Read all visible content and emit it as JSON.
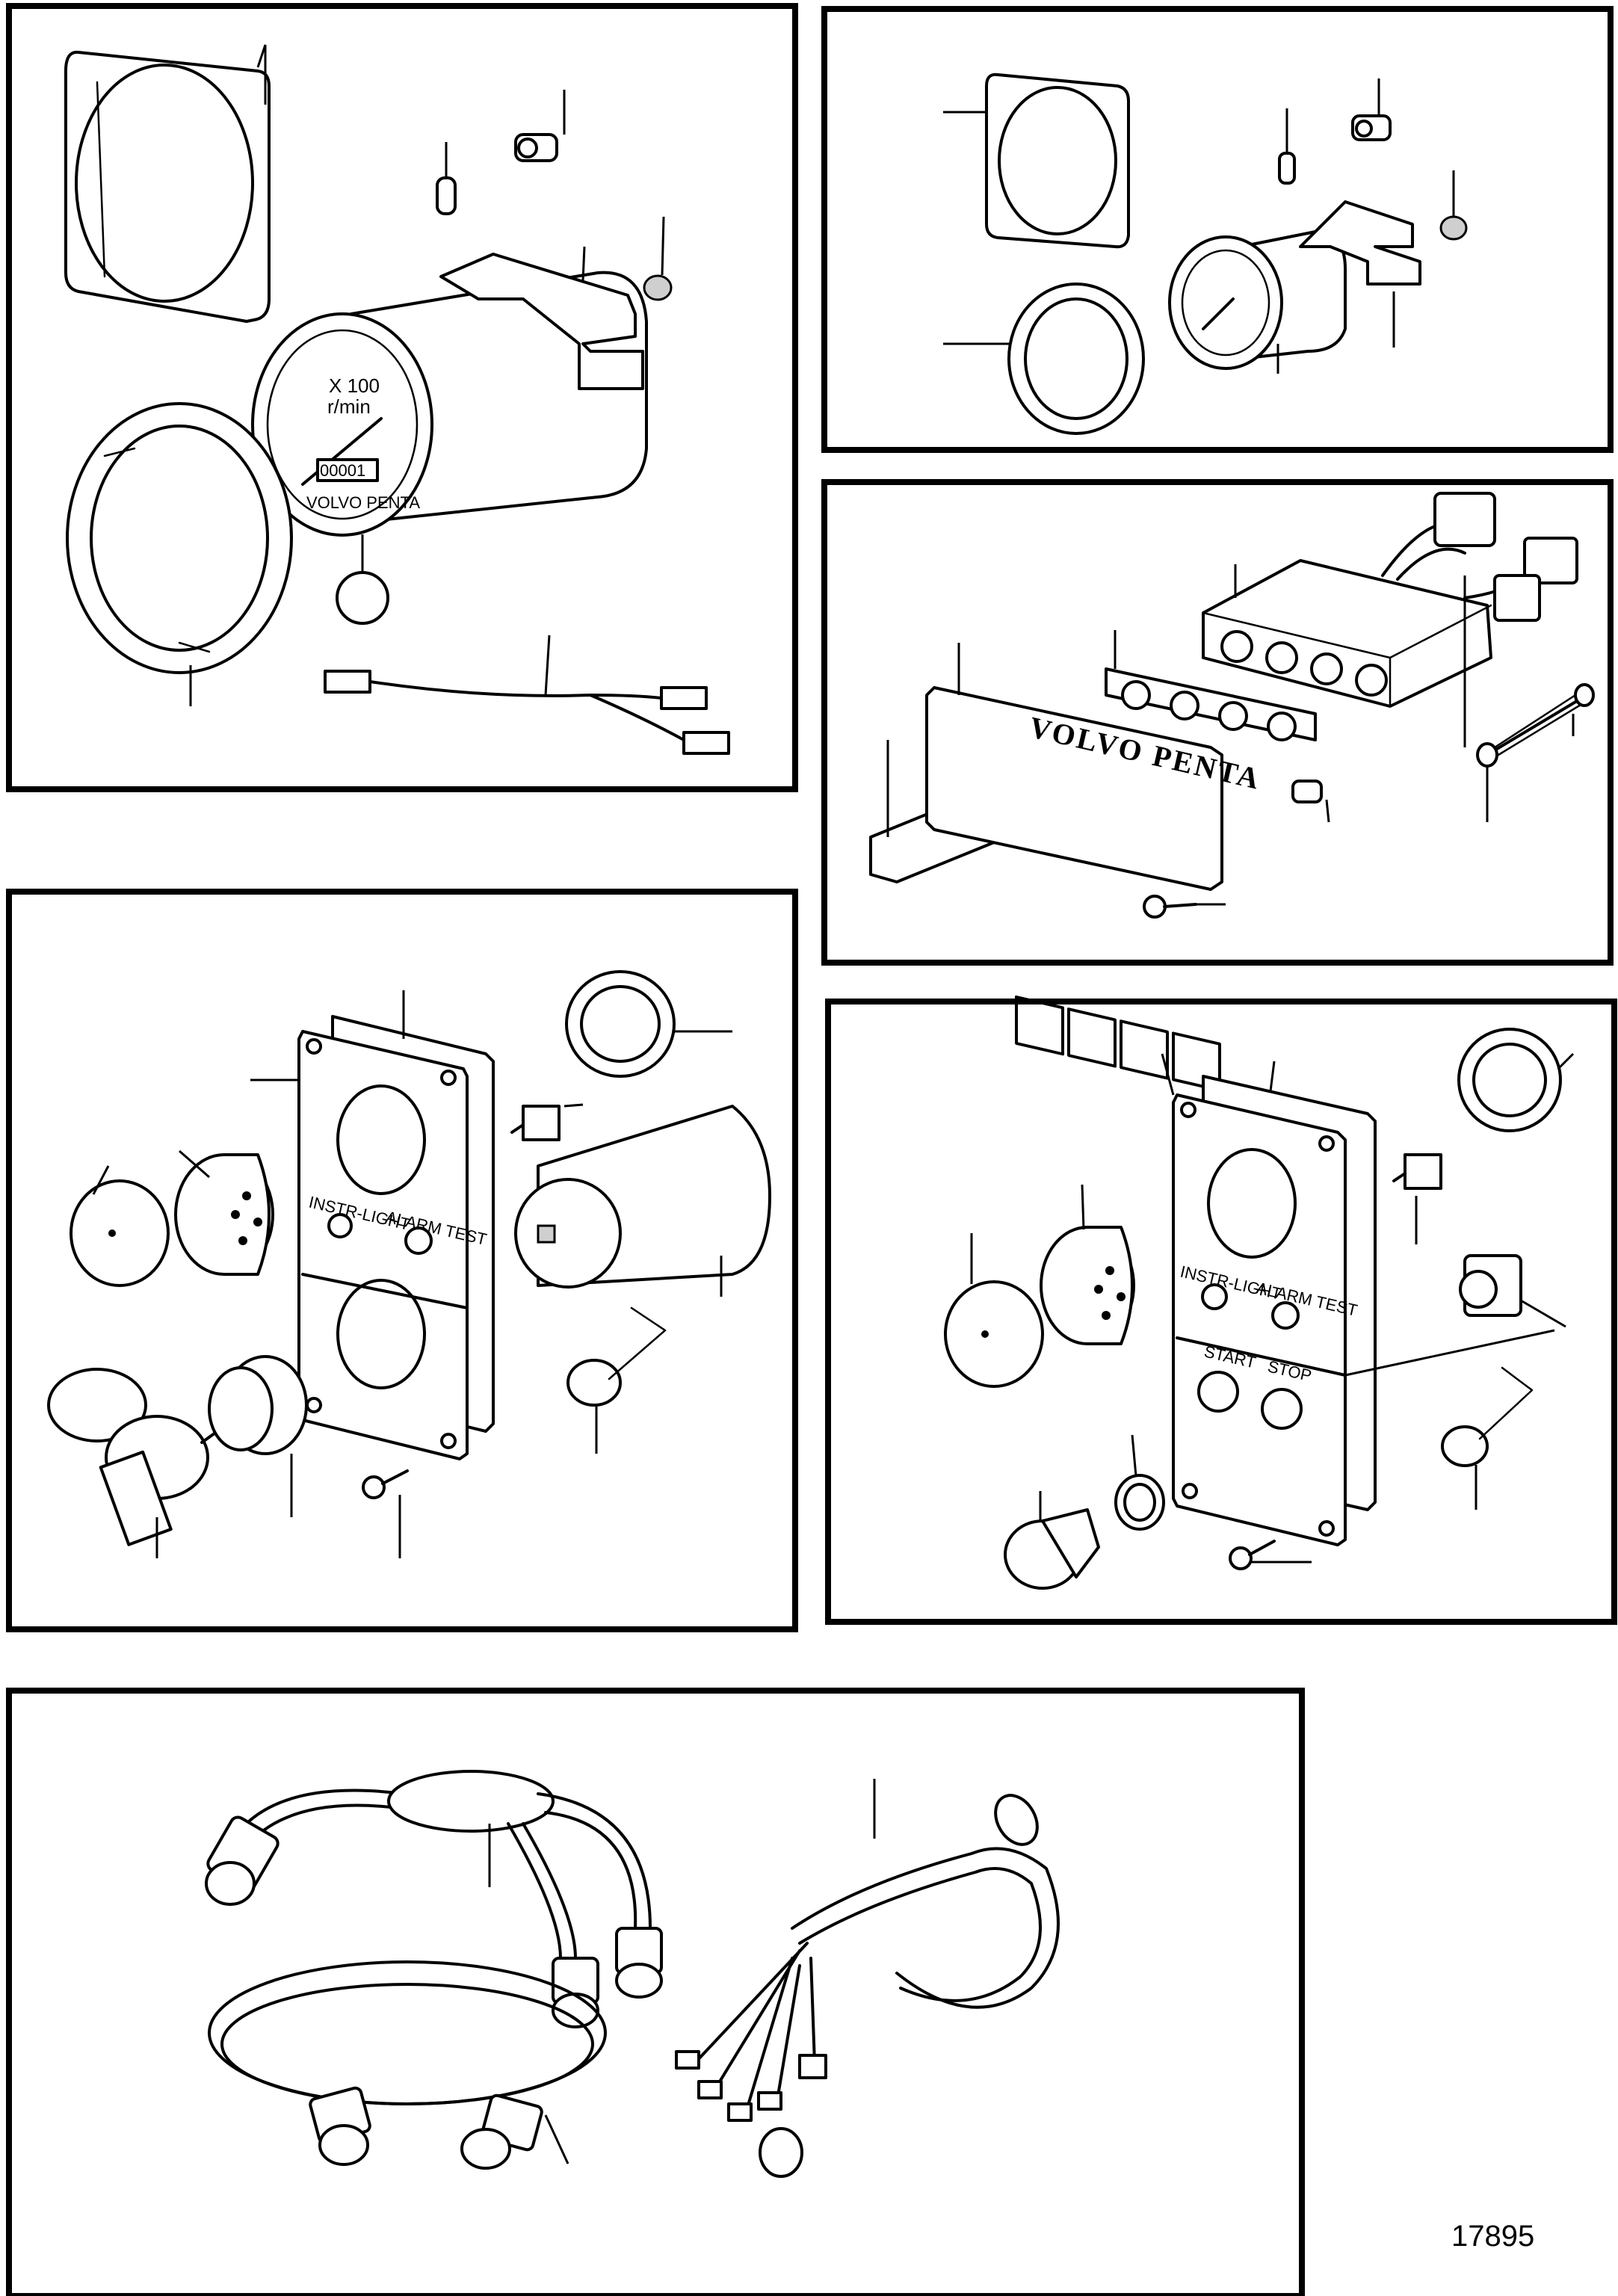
{
  "drawing_number": "17895",
  "tachometer": {
    "scale": "X 100",
    "unit": "r/min",
    "hour_counter": "00001",
    "brand": "VOLVO PENTA"
  },
  "warning_panel": {
    "brand": "VOLVO PENTA"
  },
  "instrument_panel_left": {
    "instr_light_label": "INSTR-LIGHT",
    "alarm_test_label": "ALARM TEST"
  },
  "instrument_panel_right": {
    "instr_light_label": "INSTR-LIGHT",
    "alarm_test_label": "ALARM TEST",
    "start_label": "START",
    "stop_label": "STOP"
  }
}
